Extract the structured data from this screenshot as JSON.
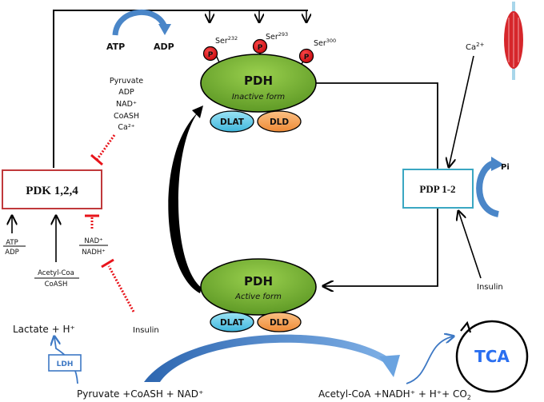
{
  "pdk": {
    "label": "PDK 1,2,4",
    "border_color": "#c0393b"
  },
  "pdp": {
    "label": "PDP 1-2",
    "border_color": "#3aa7c2",
    "product": "Pi",
    "activator_top": "Ca",
    "activator_top_sup": "2+",
    "activator_bottom": "Insulin"
  },
  "phosphorylation": {
    "donor": "ATP",
    "product": "ADP",
    "sites": [
      {
        "label": "Ser",
        "sup": "232",
        "badge": "P"
      },
      {
        "label": "Ser",
        "sup": "293",
        "badge": "P"
      },
      {
        "label": "Ser",
        "sup": "300",
        "badge": "P"
      }
    ]
  },
  "pdh_inactive": {
    "title": "PDH",
    "subtitle": "Inactive form",
    "subunits": [
      "DLAT",
      "DLD"
    ]
  },
  "pdh_active": {
    "title": "PDH",
    "subtitle": "Active form",
    "subunits": [
      "DLAT",
      "DLD"
    ]
  },
  "pdk_activators_top": [
    "Pyruvate",
    "ADP",
    "NAD⁺",
    "CoASH",
    "Ca²⁺"
  ],
  "pdk_ratios": [
    {
      "numerator": "ATP",
      "denominator": "ADP"
    },
    {
      "numerator": "Acetyl-Coa",
      "denominator": "CoASH"
    },
    {
      "numerator": "NAD⁺",
      "denominator": "NADH⁺"
    }
  ],
  "pdk_inhibitor_bottom": "Insulin",
  "ldh": {
    "label": "LDH",
    "product": "Lactate + H⁺"
  },
  "reaction": {
    "substrates": "Pyruvate +CoASH + NAD⁺",
    "products_prefix": "Acetyl-CoA +NADH⁺ + H⁺+ CO",
    "products_sub": "2"
  },
  "tca": {
    "label": "TCA",
    "color": "#2a6ff0"
  },
  "colors": {
    "pdh_green": "#7cb83a",
    "dlat_blue": "#5ccbe8",
    "dld_orange": "#f6a04f",
    "phospho_red": "#e8141b",
    "inhibit_red": "#e8141b",
    "arrow_blue": "#4a86c8"
  }
}
